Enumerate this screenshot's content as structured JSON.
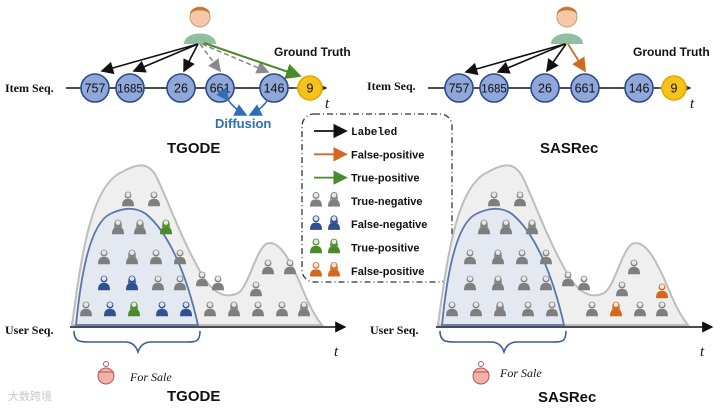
{
  "top_left": {
    "row_label": "Item Seq.",
    "items": [
      "757",
      "1685",
      "26",
      "661",
      "146",
      "9"
    ],
    "time_label": "t",
    "ground_truth": "Ground Truth",
    "diffusion": "Diffusion",
    "model": "TGODE"
  },
  "top_right": {
    "row_label": "Item Seq.",
    "items": [
      "757",
      "1685",
      "26",
      "661",
      "146",
      "9"
    ],
    "time_label": "t",
    "ground_truth": "Ground Truth",
    "model": "SASRec"
  },
  "legend": {
    "items": [
      {
        "label": "Labeled",
        "kind": "arrow",
        "color": "#111111"
      },
      {
        "label": "False-positive",
        "kind": "arrow",
        "color": "#d2691e"
      },
      {
        "label": "True-positive",
        "kind": "arrow",
        "color": "#4a8a2a"
      },
      {
        "label": "True-negative",
        "kind": "users",
        "color": "#7f7f7f"
      },
      {
        "label": "False-negative",
        "kind": "users",
        "color": "#2f4f8f"
      },
      {
        "label": "True-positive",
        "kind": "users",
        "color": "#4a8a2a"
      },
      {
        "label": "False-positive",
        "kind": "users",
        "color": "#d2691e"
      }
    ]
  },
  "bottom_left": {
    "row_label": "User Seq.",
    "time_label": "t",
    "brace_label": "For Sale",
    "model": "TGODE"
  },
  "bottom_right": {
    "row_label": "User Seq.",
    "time_label": "t",
    "brace_label": "For Sale",
    "model": "SASRec"
  },
  "colors": {
    "node_fill": "#8fa7d9",
    "node_stroke": "#2b4a8c",
    "target_fill": "#f6c21c",
    "target_glow": "#ffe79a",
    "gray_user": "#7f7f7f",
    "blue_user": "#2f4f8f",
    "green_user": "#4a8a2a",
    "orange_user": "#d2691e",
    "diffusion": "#2e6fb5"
  },
  "watermark": "大数跨境"
}
